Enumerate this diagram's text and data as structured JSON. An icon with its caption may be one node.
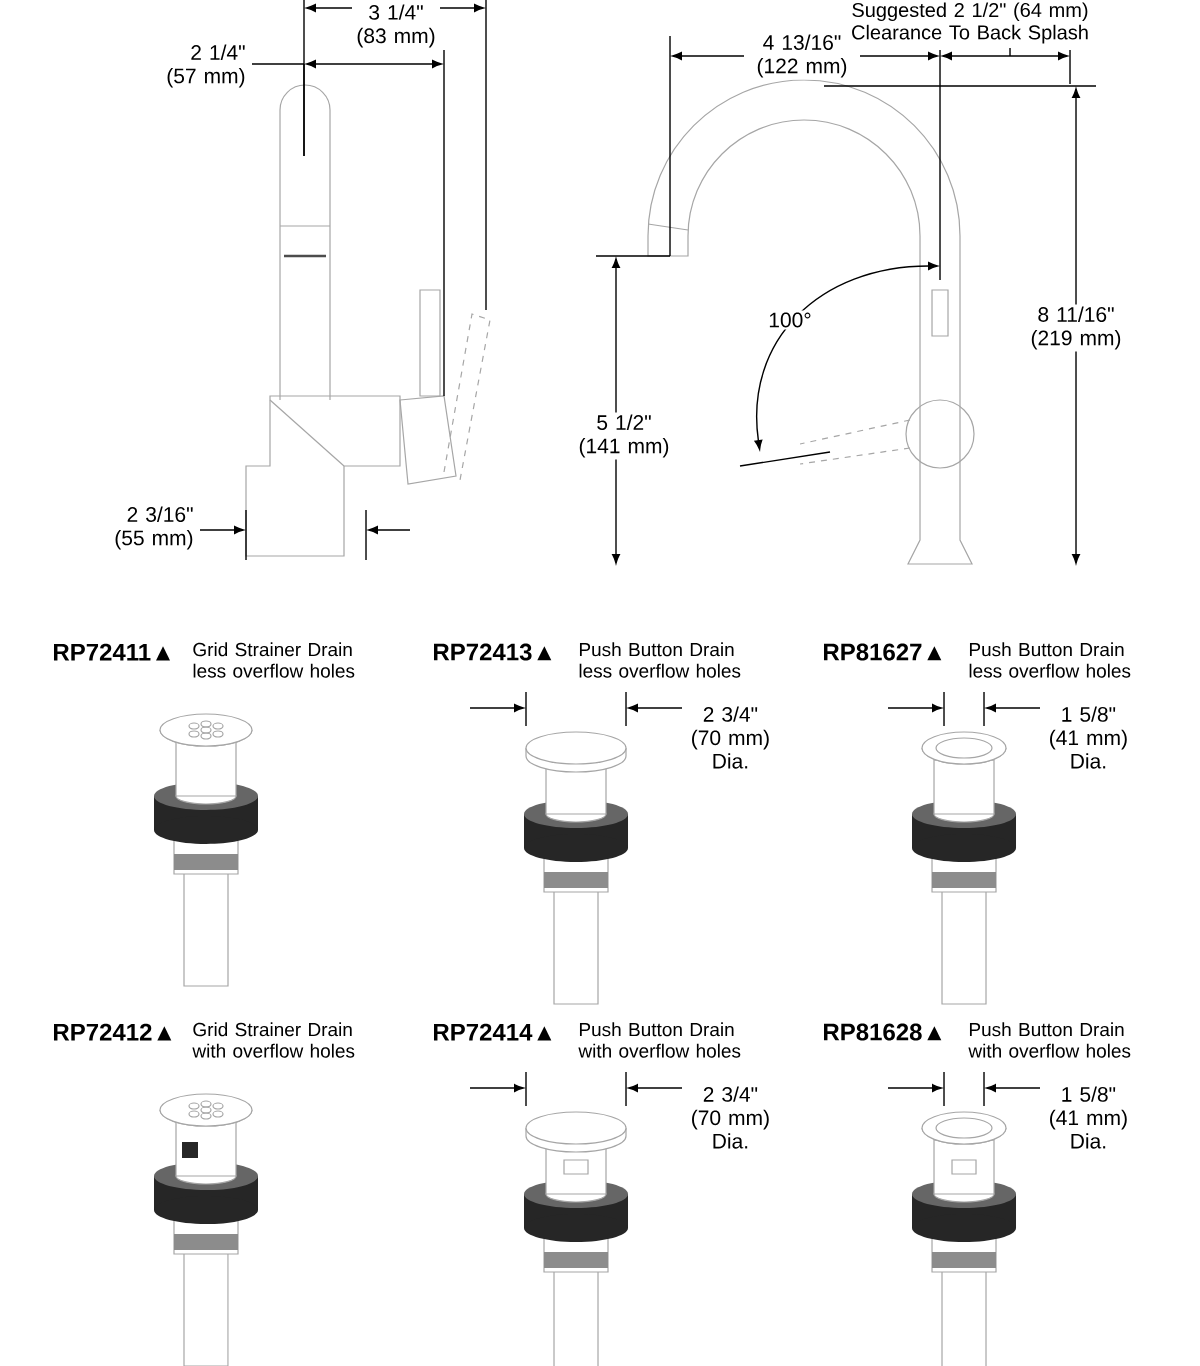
{
  "diagram": {
    "labels": [
      "3 1/4\" (83 mm)",
      "Suggested 2 1/2\" (64 mm) Clearance To Back Splash",
      "2 1/4\" (57 mm)",
      "4 13/16\" (122 mm)",
      "100°",
      "8 11/16\" (219 mm)",
      "5 1/2\" (141 mm)",
      "2 3/16\" (55 mm)",
      "RP72411▲",
      "Grid Strainer Drain less overflow holes",
      "RP72413▲",
      "Push Button Drain less overflow holes",
      "2 3/4\" (70 mm) Dia.",
      "RP81627▲",
      "Push Button Drain less overflow holes",
      "1 5/8\" (41 mm) Dia.",
      "RP72412▲",
      "Grid Strainer Drain with overflow holes",
      "RP72414▲",
      "Push Button Drain with overflow holes",
      "2 3/4\" (70 mm) Dia.",
      "RP81628▲",
      "Push Button Drain with overflow holes",
      "1 5/8\" (41 mm) Dia."
    ]
  }
}
